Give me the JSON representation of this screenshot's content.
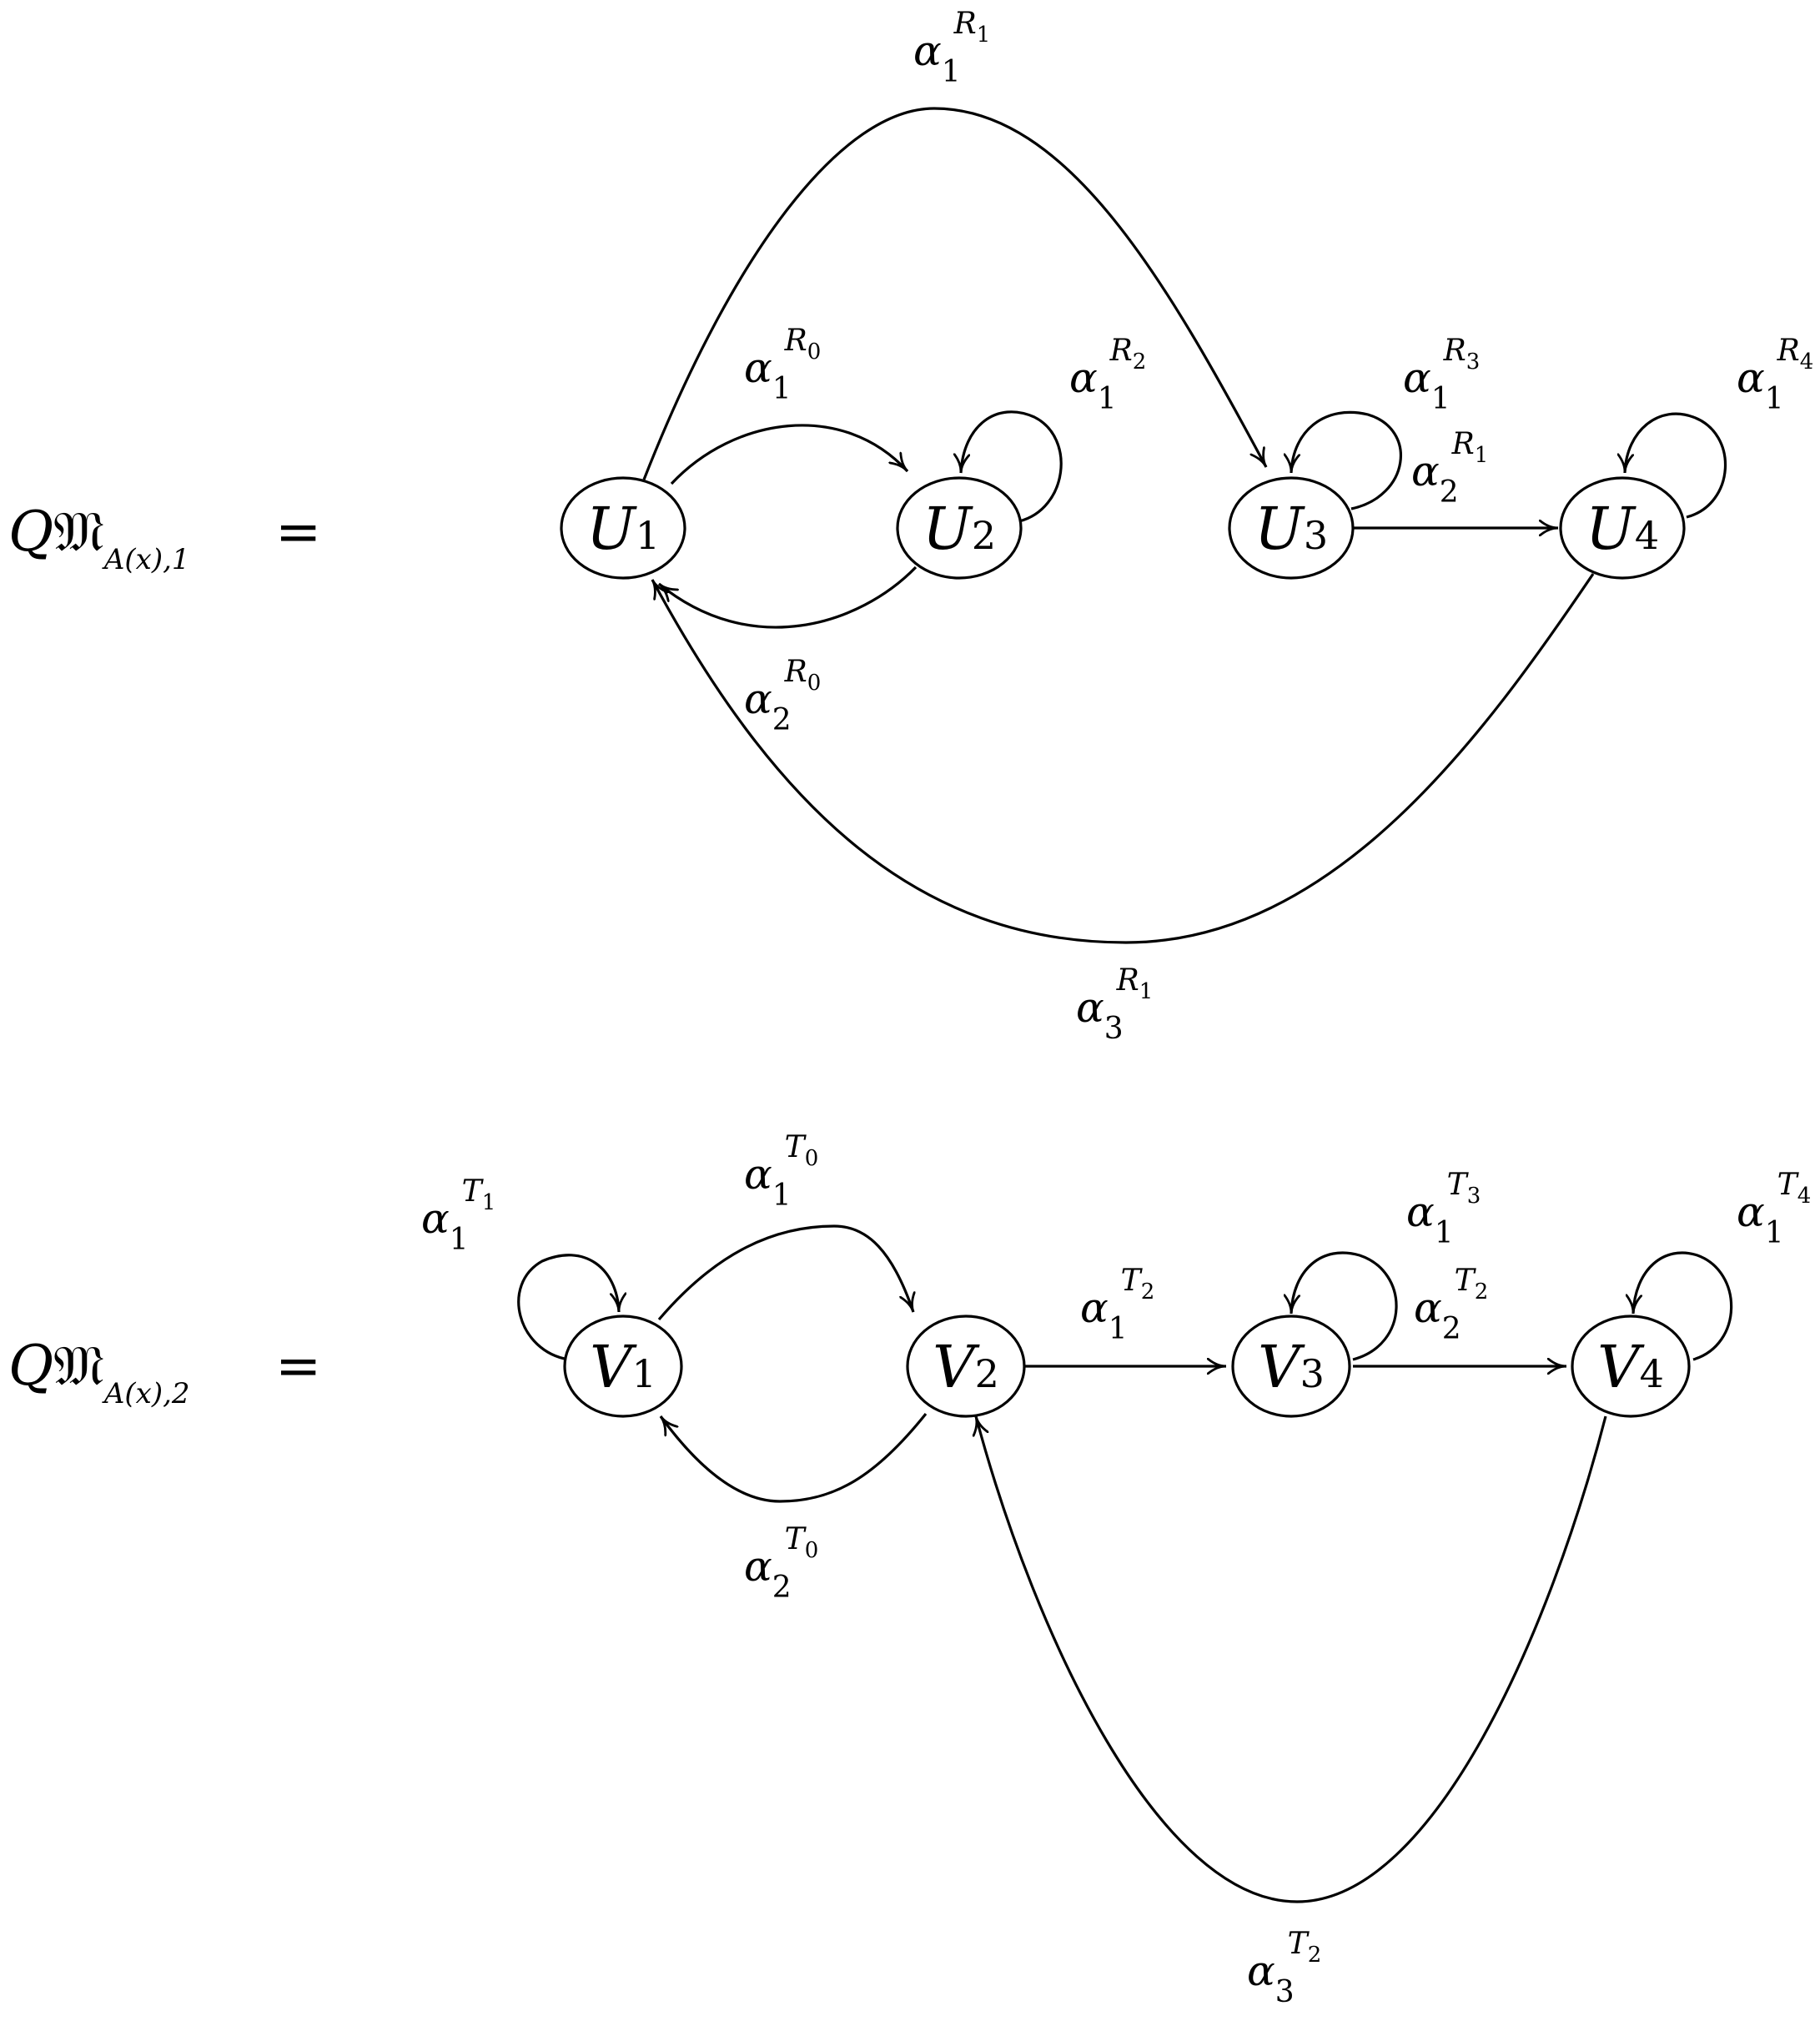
{
  "diagram_1": {
    "lhs": {
      "q": "Q",
      "frak": "𝔐",
      "sub": "A(x),1",
      "eq": "="
    },
    "nodes": [
      {
        "id": "U1",
        "letter": "U",
        "sub": "1"
      },
      {
        "id": "U2",
        "letter": "U",
        "sub": "2"
      },
      {
        "id": "U3",
        "letter": "U",
        "sub": "3"
      },
      {
        "id": "U4",
        "letter": "U",
        "sub": "4"
      }
    ],
    "edges": [
      {
        "from": "U1",
        "to": "U3",
        "label": {
          "base": "α",
          "sub": "1",
          "sup": "R",
          "supsub": "1"
        }
      },
      {
        "from": "U1",
        "to": "U2",
        "label": {
          "base": "α",
          "sub": "1",
          "sup": "R",
          "supsub": "0"
        }
      },
      {
        "from": "U2",
        "to": "U2",
        "label": {
          "base": "α",
          "sub": "1",
          "sup": "R",
          "supsub": "2"
        }
      },
      {
        "from": "U3",
        "to": "U3",
        "label": {
          "base": "α",
          "sub": "1",
          "sup": "R",
          "supsub": "3"
        }
      },
      {
        "from": "U3",
        "to": "U4",
        "label": {
          "base": "α",
          "sub": "2",
          "sup": "R",
          "supsub": "1"
        }
      },
      {
        "from": "U4",
        "to": "U4",
        "label": {
          "base": "α",
          "sub": "1",
          "sup": "R",
          "supsub": "4"
        }
      },
      {
        "from": "U2",
        "to": "U1",
        "label": {
          "base": "α",
          "sub": "2",
          "sup": "R",
          "supsub": "0"
        }
      },
      {
        "from": "U4",
        "to": "U1",
        "label": {
          "base": "α",
          "sub": "3",
          "sup": "R",
          "supsub": "1"
        }
      }
    ]
  },
  "diagram_2": {
    "lhs": {
      "q": "Q",
      "frak": "𝔐",
      "sub": "A(x),2",
      "eq": "="
    },
    "nodes": [
      {
        "id": "V1",
        "letter": "V",
        "sub": "1"
      },
      {
        "id": "V2",
        "letter": "V",
        "sub": "2"
      },
      {
        "id": "V3",
        "letter": "V",
        "sub": "3"
      },
      {
        "id": "V4",
        "letter": "V",
        "sub": "4"
      }
    ],
    "edges": [
      {
        "from": "V1",
        "to": "V1",
        "label": {
          "base": "α",
          "sub": "1",
          "sup": "T",
          "supsub": "1"
        }
      },
      {
        "from": "V1",
        "to": "V2",
        "label": {
          "base": "α",
          "sub": "1",
          "sup": "T",
          "supsub": "0"
        }
      },
      {
        "from": "V2",
        "to": "V3",
        "label": {
          "base": "α",
          "sub": "1",
          "sup": "T",
          "supsub": "2"
        }
      },
      {
        "from": "V3",
        "to": "V3",
        "label": {
          "base": "α",
          "sub": "1",
          "sup": "T",
          "supsub": "3"
        }
      },
      {
        "from": "V3",
        "to": "V4",
        "label": {
          "base": "α",
          "sub": "2",
          "sup": "T",
          "supsub": "2"
        }
      },
      {
        "from": "V4",
        "to": "V4",
        "label": {
          "base": "α",
          "sub": "1",
          "sup": "T",
          "supsub": "4"
        }
      },
      {
        "from": "V2",
        "to": "V1",
        "label": {
          "base": "α",
          "sub": "2",
          "sup": "T",
          "supsub": "0"
        }
      },
      {
        "from": "V4",
        "to": "V2",
        "label": {
          "base": "α",
          "sub": "3",
          "sup": "T",
          "supsub": "2"
        }
      }
    ]
  }
}
